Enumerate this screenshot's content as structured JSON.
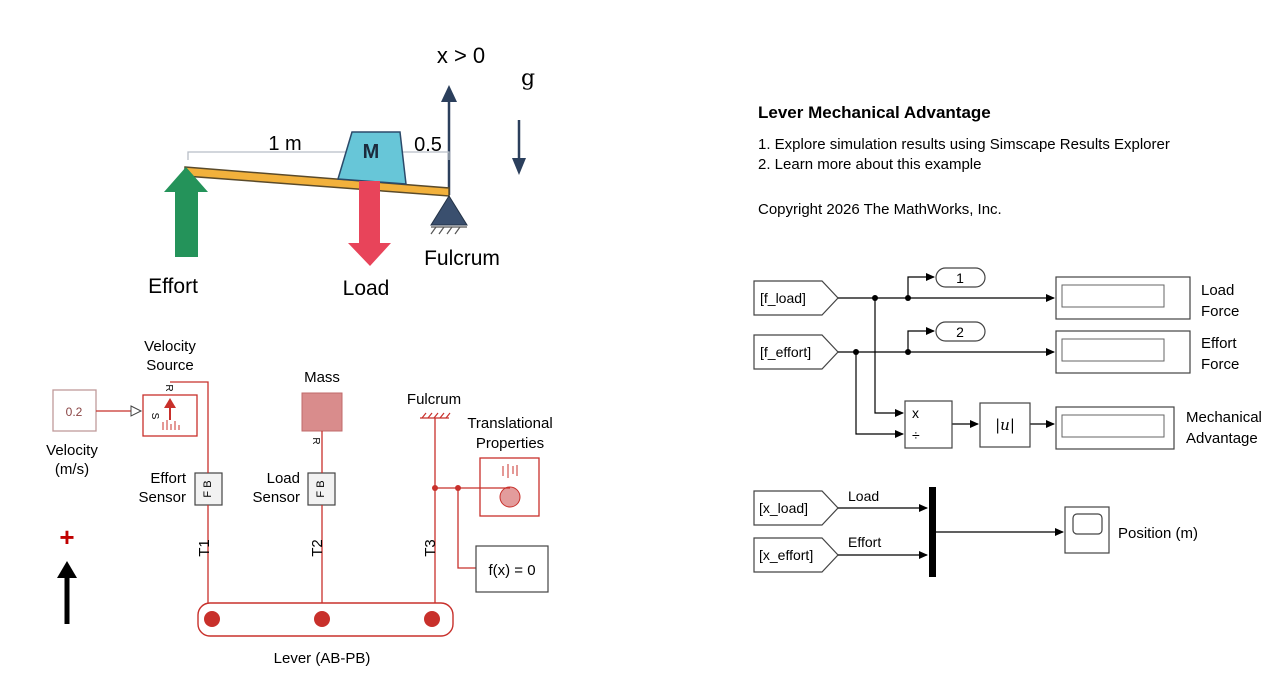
{
  "illustration": {
    "x_label": "x > 0",
    "g_label": "g",
    "dist_1": "1 m",
    "dist_2": "0.5",
    "mass_label": "M",
    "effort_label": "Effort",
    "load_label": "Load",
    "fulcrum_label": "Fulcrum"
  },
  "info": {
    "title": "Lever Mechanical Advantage",
    "link1": "1. Explore simulation results using Simscape Results Explorer",
    "link2": "2. Learn more about this example",
    "copyright": "Copyright 2026 The MathWorks, Inc."
  },
  "model": {
    "velocity_value": "0.2",
    "velocity_label_1": "Velocity",
    "velocity_label_2": "(m/s)",
    "source_label_1": "Velocity",
    "source_label_2": "Source",
    "mass_label": "Mass",
    "fulcrum_label": "Fulcrum",
    "props_label_1": "Translational",
    "props_label_2": "Properties",
    "effort_sensor_1": "Effort",
    "effort_sensor_2": "Sensor",
    "load_sensor_1": "Load",
    "load_sensor_2": "Sensor",
    "sensor_ports": "F B",
    "port_r": "R",
    "port_s": "S",
    "t1": "T1",
    "t2": "T2",
    "t3": "T3",
    "solver": "f(x) = 0",
    "lever_label": "Lever (AB-PB)",
    "plus": "+"
  },
  "signals": {
    "from_f_load": "[f_load]",
    "from_f_effort": "[f_effort]",
    "out1": "1",
    "out2": "2",
    "load_force_1": "Load",
    "load_force_2": "Force",
    "effort_force_1": "Effort",
    "effort_force_2": "Force",
    "divide_x": "x",
    "divide_div": "÷",
    "abs": "|u|",
    "mech_1": "Mechanical",
    "mech_2": "Advantage",
    "from_x_load": "[x_load]",
    "from_x_effort": "[x_effort]",
    "sig_load": "Load",
    "sig_effort": "Effort",
    "position": "Position (m)"
  },
  "colors": {
    "physical": "#c8302b",
    "beam": "#f2b13c",
    "mass_block": "#67c6d8",
    "effort_arrow": "#24935a",
    "load_arrow": "#e8445a",
    "fulcrum": "#3a4f6e",
    "arrow_up": "#2b3f5c"
  }
}
